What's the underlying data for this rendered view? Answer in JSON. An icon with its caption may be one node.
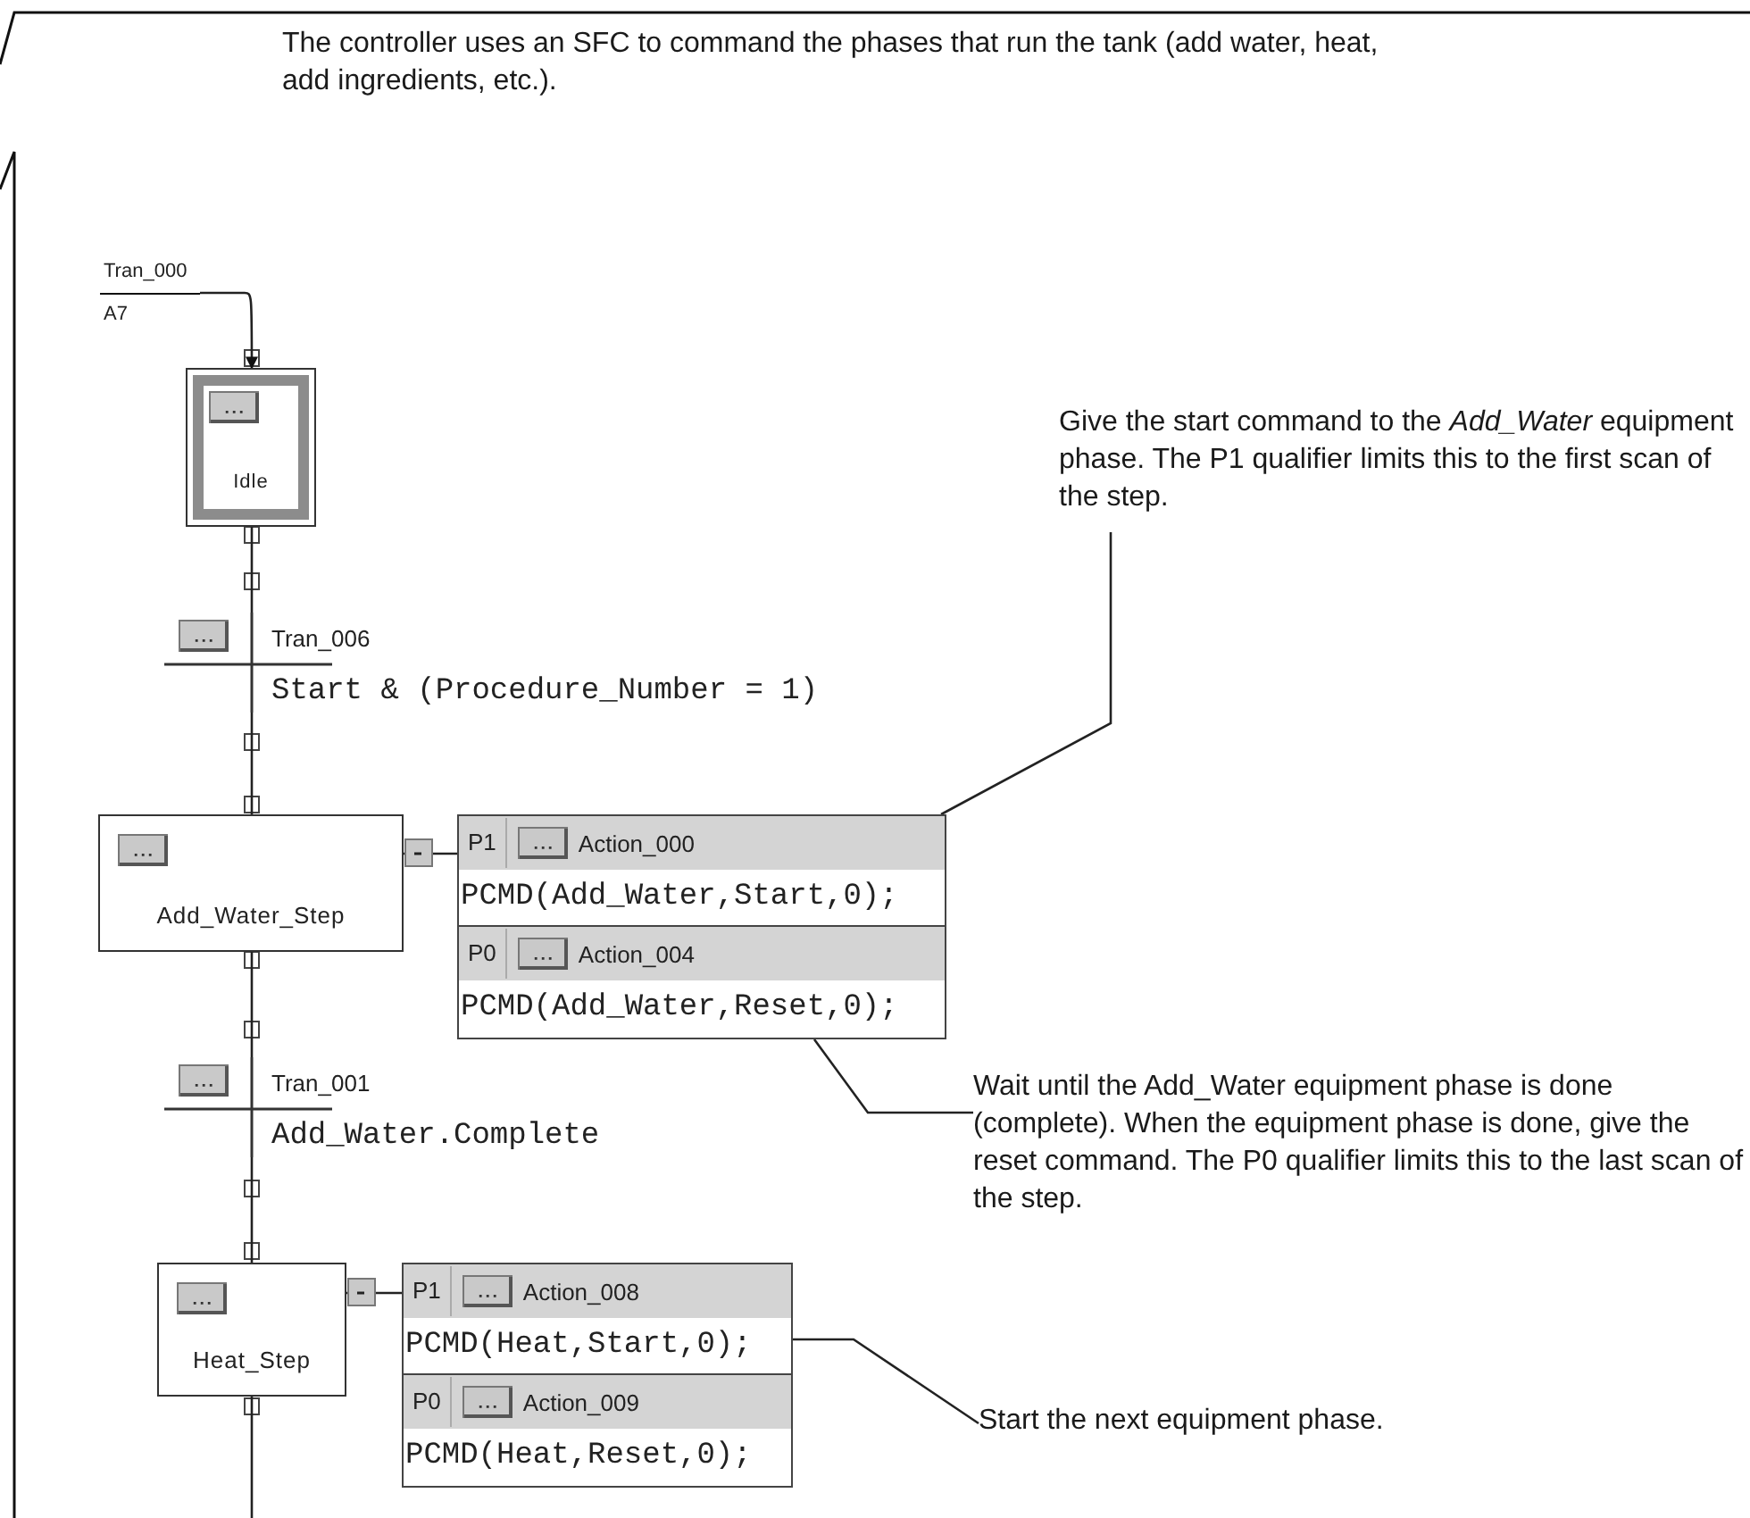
{
  "diagram": {
    "nodes": [
      {
        "text": [
          "Tran_000",
          "A7"
        ]
      },
      {
        "text": [
          "Idle"
        ]
      },
      {
        "text": [
          "Give the start command to the *Add_Water* equipment phase. The P1 qualifier limits this to the first scan of the step."
        ]
      },
      {
        "text": [
          "Tran_006",
          "Start & (Procedure_Number = 1)"
        ]
      },
      {
        "text": [
          "Add_Water_Step"
        ]
      },
      {
        "text": [
          "P1",
          "Action_000",
          "PCMD(Add_Water,Start,0);"
        ]
      },
      {
        "text": [
          "P0",
          "Action_004",
          "PCMD(Add_Water,Reset,0);"
        ]
      },
      {
        "text": [
          "Tran_001",
          "Add_Water.Complete"
        ]
      },
      {
        "text": [
          "Wait until the Add_Water equipment phase is done (complete). When the equipment phase is done, give the reset command. The P0 qualifier limits this to the last scan of the step."
        ]
      },
      {
        "text": [
          "Heat_Step"
        ]
      },
      {
        "text": [
          "P1",
          "Action_008",
          "PCMD(Heat,Start,0);"
        ]
      },
      {
        "text": [
          "P0",
          "Action_009",
          "PCMD(Heat,Reset,0);"
        ]
      },
      {
        "text": [
          "Start the next equipment phase."
        ]
      }
    ],
    "edges": [
      {
        "from": 0,
        "to": 1,
        "arrow": "to"
      },
      {
        "from": 1,
        "to": 3,
        "arrow": "none"
      },
      {
        "from": 3,
        "to": 4,
        "arrow": "none"
      },
      {
        "from": 4,
        "to": 5,
        "arrow": "none"
      },
      {
        "from": 4,
        "to": 7,
        "arrow": "none"
      },
      {
        "from": 7,
        "to": 9,
        "arrow": "none"
      },
      {
        "from": 9,
        "to": 10,
        "arrow": "none"
      },
      {
        "from": 9,
        "to": null,
        "arrow": "none"
      },
      {
        "from": 2,
        "to": 5,
        "arrow": "none"
      },
      {
        "from": 8,
        "to": 6,
        "arrow": "none"
      },
      {
        "from": 12,
        "to": 10,
        "arrow": "none"
      }
    ],
    "labels": [
      "The controller uses an SFC to command the phases that run the tank (add water, heat, add ingredients, etc.)."
    ]
  }
}
